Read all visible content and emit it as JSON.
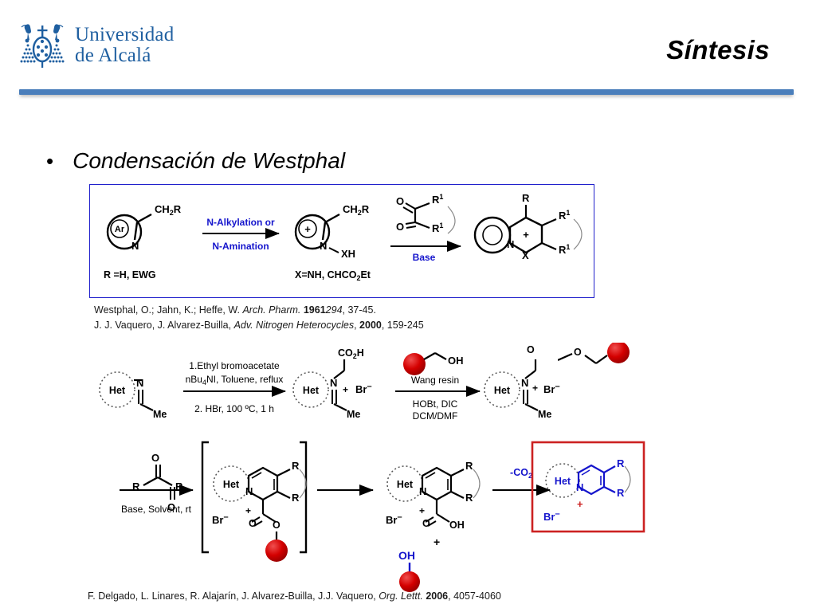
{
  "header": {
    "logo_line1": "Universidad",
    "logo_line2": "de Alcalá",
    "logo_name": "universidad-de-alcala-logo",
    "title": "Síntesis",
    "rule_color": "#4a7ebb",
    "logo_color": "#1f5fa0"
  },
  "body": {
    "bullet_marker": "•",
    "bullet_text": "Condensación de Westphal"
  },
  "colors": {
    "blue_label": "#1414cc",
    "red_resin": "#cc0000",
    "red_box": "#cc2222",
    "black": "#000000",
    "scheme_box_border": "#2020cc"
  },
  "scheme1": {
    "caption_left": "R =H, EWG",
    "caption_right": "X=NH, CHCO2Et",
    "reactant_ring_label": "Ar",
    "reactant_substituent": "CH2R",
    "reactant_heteroatom": "N",
    "arrow1_label_top": "N-Alkylation or",
    "arrow1_label_bottom": "N-Amination",
    "intermediate_substituent": "CH2R",
    "intermediate_heteroatom": "N",
    "intermediate_nsub": "XH",
    "intermediate_charge": "+",
    "diketone_o_top": "O",
    "diketone_o_bottom": "O",
    "diketone_r_top": "R1",
    "diketone_r_bottom": "R1",
    "arrow2_label": "Base",
    "product_r_top": "R",
    "product_r1_upper": "R1",
    "product_r1_lower": "R1",
    "product_n": "N",
    "product_x": "X",
    "product_charge": "+"
  },
  "references": {
    "ref1_authors": "Westphal, O.; Jahn, K.; Heffe, W.",
    "ref1_journal": "Arch. Pharm.",
    "ref1_year": "1961",
    "ref1_volume": "294",
    "ref1_pages": ", 37-45.",
    "ref2_authors": "J. J. Vaquero, J. Alvarez-Builla,",
    "ref2_journal": "Adv. Nitrogen Heterocycles",
    "ref2_year": "2000",
    "ref2_pages": ", 159-245",
    "ref3_authors": "F. Delgado, L. Linares, R. Alajarín, J. Alvarez-Builla, J.J. Vaquero,",
    "ref3_journal": "Org. Lettt.",
    "ref3_year": "2006",
    "ref3_pages": ", 4057-4060"
  },
  "scheme2": {
    "s1_het": "Het",
    "s1_n": "N",
    "s1_me": "Me",
    "arrow1_top_line1": "1.Ethyl bromoacetate",
    "arrow1_top_line2": "nBu4NI, Toluene, reflux",
    "arrow1_bottom": "2. HBr, 100 ºC, 1 h",
    "s2_het": "Het",
    "s2_n": "N",
    "s2_charge": "+",
    "s2_br": "Br",
    "s2_co2h": "CO2H",
    "s2_me": "Me",
    "resin_oh": "OH",
    "arrow2_top": "Wang resin",
    "arrow2_bottom_line1": "HOBt, DIC",
    "arrow2_bottom_line2": "DCM/DMF",
    "s3_het": "Het",
    "s3_n": "N",
    "s3_charge": "+",
    "s3_br": "Br",
    "s3_me": "Me",
    "s3_o_double": "O",
    "s3_o_single": "O"
  },
  "scheme3": {
    "diketone_o_top": "O",
    "diketone_o_bottom": "O",
    "diketone_r_left": "R",
    "diketone_r_right": "R",
    "arrow1_label": "Base, Solvent, rt",
    "int_het": "Het",
    "int_n": "N",
    "int_charge": "+",
    "int_br": "Br",
    "int_r_upper": "R",
    "int_r_lower": "R",
    "int_o_double": "O",
    "int_o_single": "O",
    "prod_het": "Het",
    "prod_n": "N",
    "prod_charge": "+",
    "prod_br": "Br",
    "prod_r_upper": "R",
    "prod_r_lower": "R",
    "prod_oh": "OH",
    "prod_o_double": "O",
    "plus_sign": "+",
    "arrow2_label": "-CO2",
    "final_het": "Het",
    "final_n": "N",
    "final_charge": "+",
    "final_br": "Br",
    "final_r_upper": "R",
    "final_r_lower": "R",
    "byproduct_oh": "OH"
  }
}
